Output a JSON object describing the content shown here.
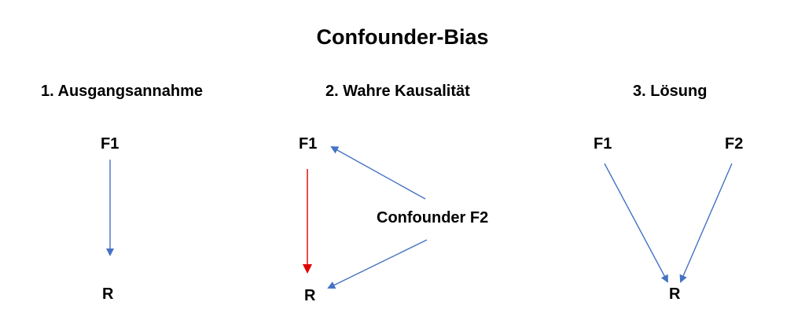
{
  "title": "Confounder-Bias",
  "colors": {
    "causal_arrow": "#4472C4",
    "spurious_arrow": "#E00000",
    "text": "#000000",
    "background": "#FFFFFF"
  },
  "panels": [
    {
      "heading": "1. Ausgangsannahme",
      "nodes": {
        "f1": "F1",
        "r": "R"
      },
      "edges": [
        {
          "from": "F1",
          "to": "R",
          "color": "blue"
        }
      ]
    },
    {
      "heading": "2.  Wahre Kausalität",
      "nodes": {
        "f1": "F1",
        "r": "R",
        "confounder": "Confounder F2"
      },
      "edges": [
        {
          "from": "Confounder F2",
          "to": "F1",
          "color": "blue"
        },
        {
          "from": "Confounder F2",
          "to": "R",
          "color": "blue"
        },
        {
          "from": "F1",
          "to": "R",
          "color": "red"
        }
      ]
    },
    {
      "heading": "3.   Lösung",
      "nodes": {
        "f1": "F1",
        "f2": "F2",
        "r": "R"
      },
      "edges": [
        {
          "from": "F1",
          "to": "R",
          "color": "blue"
        },
        {
          "from": "F2",
          "to": "R",
          "color": "blue"
        }
      ]
    }
  ]
}
